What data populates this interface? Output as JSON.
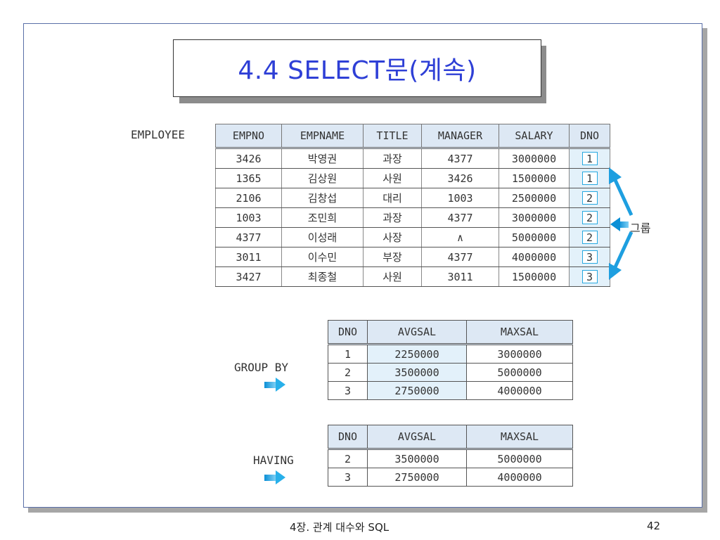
{
  "slide": {
    "title": "4.4 SELECT문(계속)",
    "footer": "4장. 관계 대수와 SQL",
    "page_number": "42"
  },
  "employee": {
    "label": "EMPLOYEE",
    "columns": [
      "EMPNO",
      "EMPNAME",
      "TITLE",
      "MANAGER",
      "SALARY",
      "DNO"
    ],
    "rows": [
      [
        "3426",
        "박영권",
        "과장",
        "4377",
        "3000000",
        "1"
      ],
      [
        "1365",
        "김상원",
        "사원",
        "3426",
        "1500000",
        "1"
      ],
      [
        "2106",
        "김창섭",
        "대리",
        "1003",
        "2500000",
        "2"
      ],
      [
        "1003",
        "조민희",
        "과장",
        "4377",
        "3000000",
        "2"
      ],
      [
        "4377",
        "이성래",
        "사장",
        "∧",
        "5000000",
        "2"
      ],
      [
        "3011",
        "이수민",
        "부장",
        "4377",
        "4000000",
        "3"
      ],
      [
        "3427",
        "최종철",
        "사원",
        "3011",
        "1500000",
        "3"
      ]
    ],
    "group_annotation": "그룹"
  },
  "group_by": {
    "label": "GROUP BY",
    "columns": [
      "DNO",
      "AVGSAL",
      "MAXSAL"
    ],
    "rows": [
      [
        "1",
        "2250000",
        "3000000"
      ],
      [
        "2",
        "3500000",
        "5000000"
      ],
      [
        "3",
        "2750000",
        "4000000"
      ]
    ]
  },
  "having": {
    "label": "HAVING",
    "columns": [
      "DNO",
      "AVGSAL",
      "MAXSAL"
    ],
    "rows": [
      [
        "2",
        "3500000",
        "5000000"
      ],
      [
        "3",
        "2750000",
        "4000000"
      ]
    ]
  },
  "colors": {
    "title": "#2e3fd6",
    "arrow": "#1e9fe0",
    "header_fill": "#dde8f4",
    "highlight_fill": "#e3f1fa"
  },
  "icons": [
    "right-arrow-icon",
    "left-arrow-icon",
    "diagonal-arrow-icon"
  ]
}
